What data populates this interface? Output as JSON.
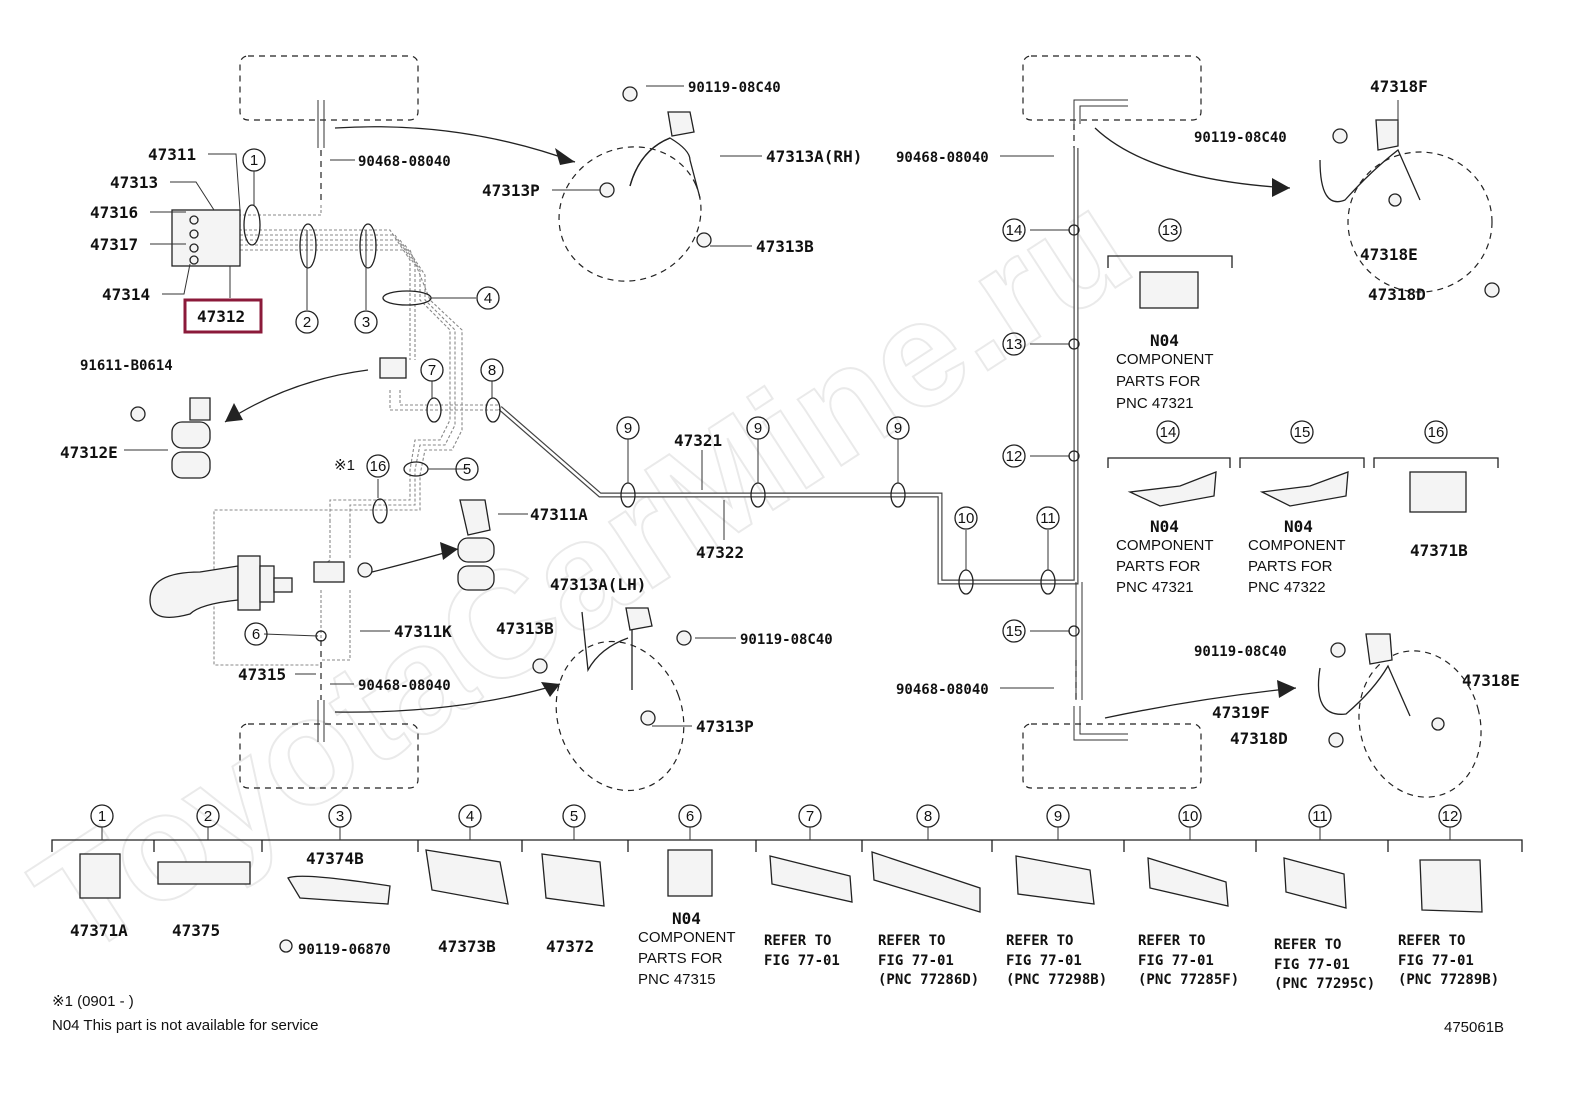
{
  "watermark": "ToyotaCarMine.ru",
  "highlight_color": "#8b1a3a",
  "highlighted_part": "47312",
  "parts": {
    "p47311": "47311",
    "p47313": "47313",
    "p47316": "47316",
    "p47317": "47317",
    "p47314": "47314",
    "p47312": "47312",
    "p90468_a": "90468-08040",
    "p90119_a": "90119-08C40",
    "p47313A_RH": "47313A(RH)",
    "p47313P_a": "47313P",
    "p47313B_a": "47313B",
    "p91611": "91611-B0614",
    "p47312E": "47312E",
    "p47311A": "47311A",
    "p47321": "47321",
    "p47322": "47322",
    "p47313A_LH": "47313A(LH)",
    "p47313B_b": "47313B",
    "p90119_b": "90119-08C40",
    "p47311K": "47311K",
    "p47315": "47315",
    "p90468_b": "90468-08040",
    "p47313P_b": "47313P",
    "p90468_c": "90468-08040",
    "p47318F": "47318F",
    "p90119_c": "90119-08C40",
    "p47318E_a": "47318E",
    "p47318D_a": "47318D",
    "p47371B": "47371B",
    "p90468_d": "90468-08040",
    "p90119_d": "90119-08C40",
    "p47318E_b": "47318E",
    "p47319F": "47319F",
    "p47318D_b": "47318D"
  },
  "callouts": {
    "c1": "1",
    "c2": "2",
    "c3": "3",
    "c4": "4",
    "c5": "5",
    "c6": "6",
    "c7": "7",
    "c8": "8",
    "c9": "9",
    "c10": "10",
    "c11": "11",
    "c12": "12",
    "c13": "13",
    "c14": "14",
    "c15": "15",
    "c16": "16"
  },
  "note_mark": "※1",
  "component_boxes": {
    "n04": "N04",
    "component": "COMPONENT",
    "parts_for": "PARTS FOR",
    "pnc_47321": "PNC 47321",
    "pnc_47322": "PNC 47322",
    "pnc_47315": "PNC 47315"
  },
  "legend": [
    {
      "num": "1",
      "part": "47371A"
    },
    {
      "num": "2",
      "part": "47375"
    },
    {
      "num": "3",
      "part": "47374B",
      "bolt": "90119-06870"
    },
    {
      "num": "4",
      "part": "47373B"
    },
    {
      "num": "5",
      "part": "47372"
    },
    {
      "num": "6",
      "part": "N04"
    },
    {
      "num": "7",
      "refer": "REFER TO",
      "fig": "FIG 77-01",
      "pnc": ""
    },
    {
      "num": "8",
      "refer": "REFER TO",
      "fig": "FIG 77-01",
      "pnc": "(PNC 77286D)"
    },
    {
      "num": "9",
      "refer": "REFER TO",
      "fig": "FIG 77-01",
      "pnc": "(PNC 77298B)"
    },
    {
      "num": "10",
      "refer": "REFER TO",
      "fig": "FIG 77-01",
      "pnc": "(PNC 77285F)"
    },
    {
      "num": "11",
      "refer": "REFER TO",
      "fig": "FIG 77-01",
      "pnc": "(PNC 77295C)"
    },
    {
      "num": "12",
      "refer": "REFER TO",
      "fig": "FIG 77-01",
      "pnc": "(PNC 77289B)"
    }
  ],
  "footnotes": {
    "note1": "※1 (0901 -         )",
    "note2": "N04 This part is not available for service",
    "fig_id": "475061B"
  }
}
